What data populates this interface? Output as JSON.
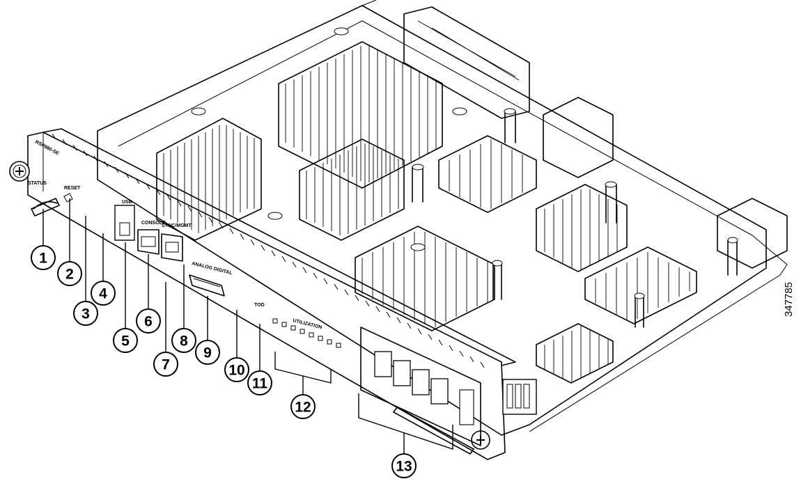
{
  "figure_id": "347785",
  "panel_labels": {
    "model": "RSP880-SE",
    "status": "STATUS",
    "reset": "RESET",
    "usb": "USB",
    "console": "CONSOLE",
    "sync_mgmt": "SYNC/MGMT",
    "sync_digital": "ANALOG DIGITAL",
    "utilization": "UTILIZATION",
    "tod": "TOD"
  },
  "callouts": [
    {
      "id": 1,
      "label": "1"
    },
    {
      "id": 2,
      "label": "2"
    },
    {
      "id": 3,
      "label": "3"
    },
    {
      "id": 4,
      "label": "4"
    },
    {
      "id": 5,
      "label": "5"
    },
    {
      "id": 6,
      "label": "6"
    },
    {
      "id": 7,
      "label": "7"
    },
    {
      "id": 8,
      "label": "8"
    },
    {
      "id": 9,
      "label": "9"
    },
    {
      "id": 10,
      "label": "10"
    },
    {
      "id": 11,
      "label": "11"
    },
    {
      "id": 12,
      "label": "12"
    },
    {
      "id": 13,
      "label": "13"
    }
  ]
}
